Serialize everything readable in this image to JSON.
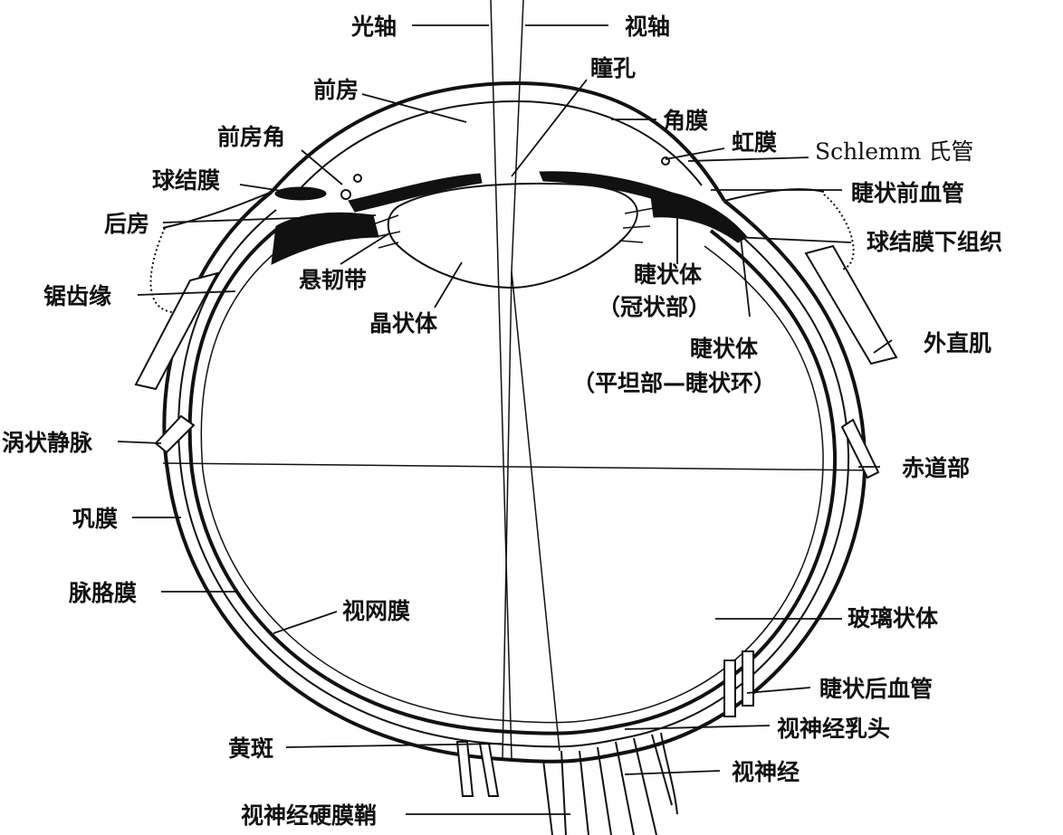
{
  "labels": {
    "optical_axis": "光轴",
    "visual_axis": "视轴",
    "pupil": "瞳孔",
    "anterior_chamber": "前房",
    "cornea": "角膜",
    "iris": "虹膜",
    "schlemm_canal": "Schlemm 氏管",
    "anterior_chamber_angle": "前房角",
    "bulbar_conjunctiva": "球结膜",
    "anterior_ciliary_vessels": "睫状前血管",
    "posterior_chamber": "后房",
    "subconjunctival_tissue": "球结膜下组织",
    "ora_serrata": "锯齿缘",
    "zonule": "悬韧带",
    "ciliary_body_corona": "睫状体",
    "ciliary_body_corona_sub": "（冠状部）",
    "lens": "晶状体",
    "ciliary_body_plana": "睫状体",
    "ciliary_body_plana_sub": "（平坦部—睫状环）",
    "lateral_rectus": "外直肌",
    "vortex_vein": "涡状静脉",
    "equator": "赤道部",
    "sclera": "巩膜",
    "choroid": "脉胳膜",
    "retina": "视网膜",
    "vitreous_body": "玻璃状体",
    "posterior_ciliary_vessels": "睫状后血管",
    "optic_papilla": "视神经乳头",
    "macula": "黄斑",
    "optic_nerve": "视神经",
    "optic_nerve_sheath": "视神经硬膜鞘"
  }
}
